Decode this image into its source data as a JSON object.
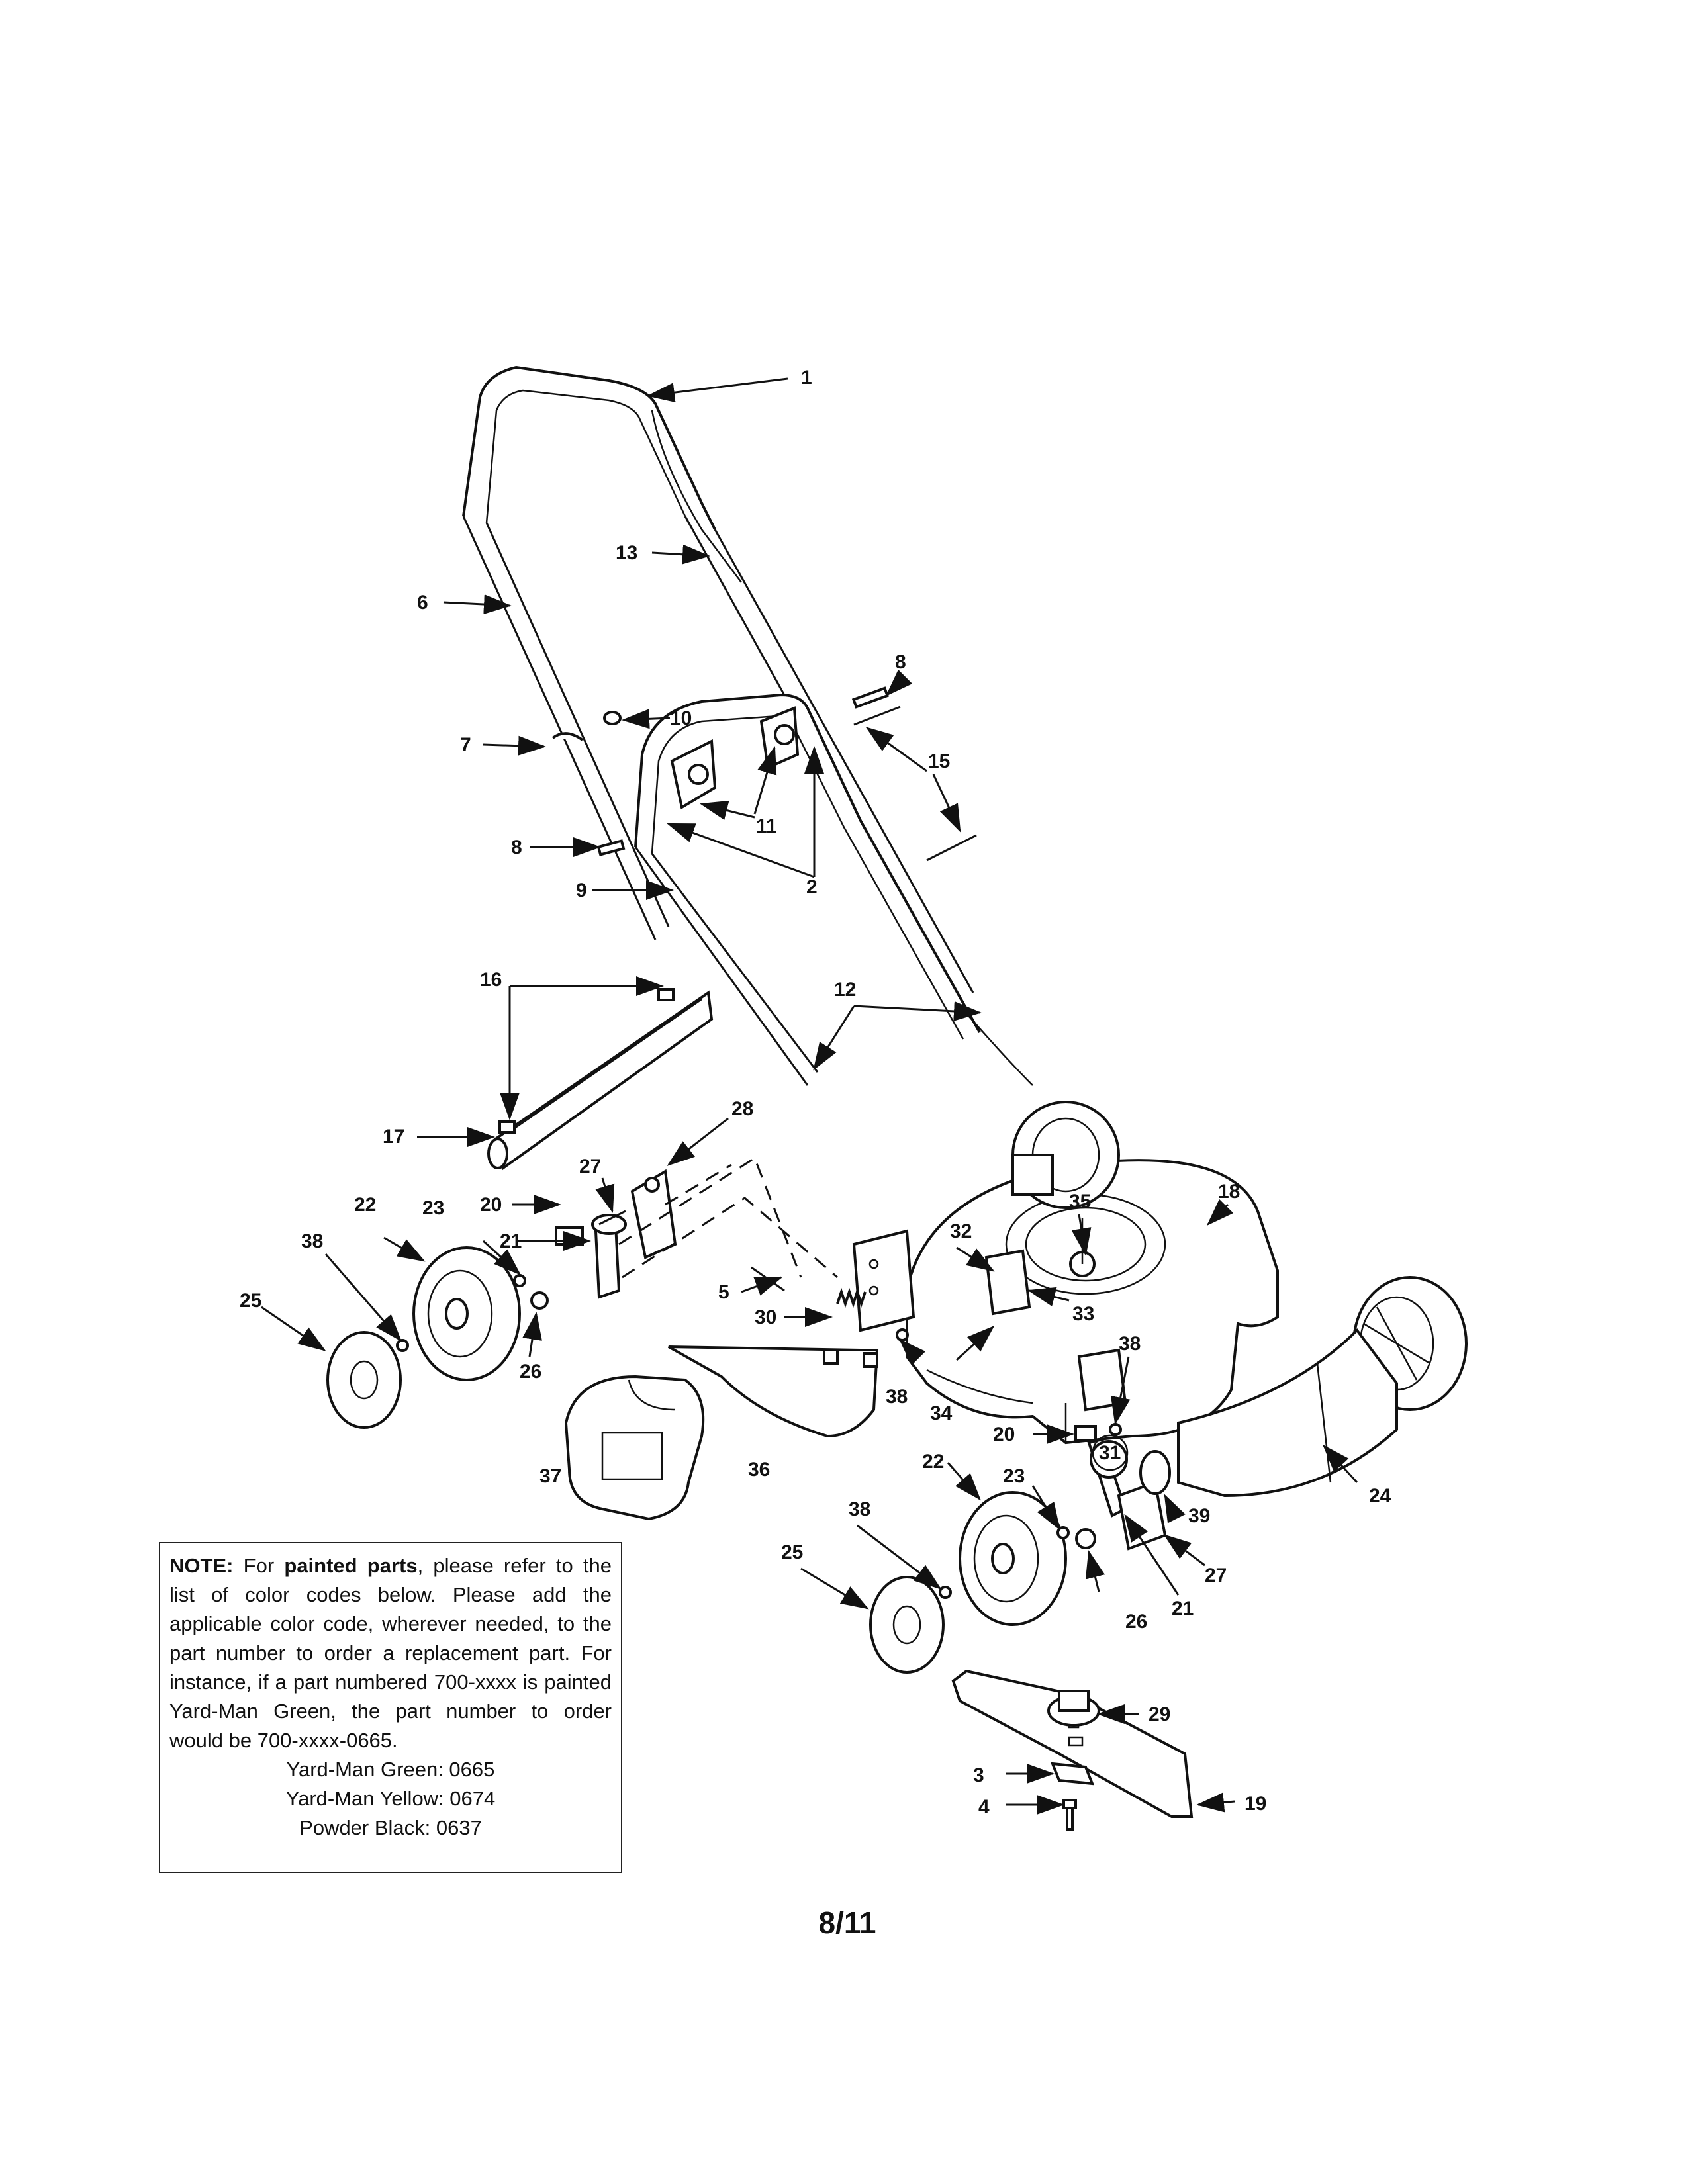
{
  "note": {
    "label": "NOTE:",
    "text_before_bold": "For",
    "bold_text": "painted parts",
    "text_after_bold": ", please refer to the list of color codes below. Please add the applicable color code, wherever needed, to the part number to order a replacement part. For instance, if a part numbered 700-xxxx is painted Yard-Man Green, the part number to order would be 700-xxxx-0665.",
    "color_codes": [
      "Yard-Man Green: 0665",
      "Yard-Man Yellow: 0674",
      "Powder Black: 0637"
    ]
  },
  "page_number": "8/11",
  "callouts": {
    "c1": "1",
    "c2": "2",
    "c3": "3",
    "c4": "4",
    "c5": "5",
    "c6": "6",
    "c7": "7",
    "c8a": "8",
    "c8b": "8",
    "c9": "9",
    "c10": "10",
    "c11": "11",
    "c12": "12",
    "c13": "13",
    "c15": "15",
    "c16": "16",
    "c17": "17",
    "c18": "18",
    "c19": "19",
    "c20a": "20",
    "c20b": "20",
    "c21a": "21",
    "c21b": "21",
    "c22a": "22",
    "c22b": "22",
    "c23a": "23",
    "c23b": "23",
    "c24": "24",
    "c25a": "25",
    "c25b": "25",
    "c26a": "26",
    "c26b": "26",
    "c27a": "27",
    "c27b": "27",
    "c28": "28",
    "c29": "29",
    "c30": "30",
    "c31": "31",
    "c32": "32",
    "c33": "33",
    "c34": "34",
    "c35": "35",
    "c36": "36",
    "c37": "37",
    "c38a": "38",
    "c38b": "38",
    "c38c": "38",
    "c38d": "38",
    "c39": "39"
  }
}
